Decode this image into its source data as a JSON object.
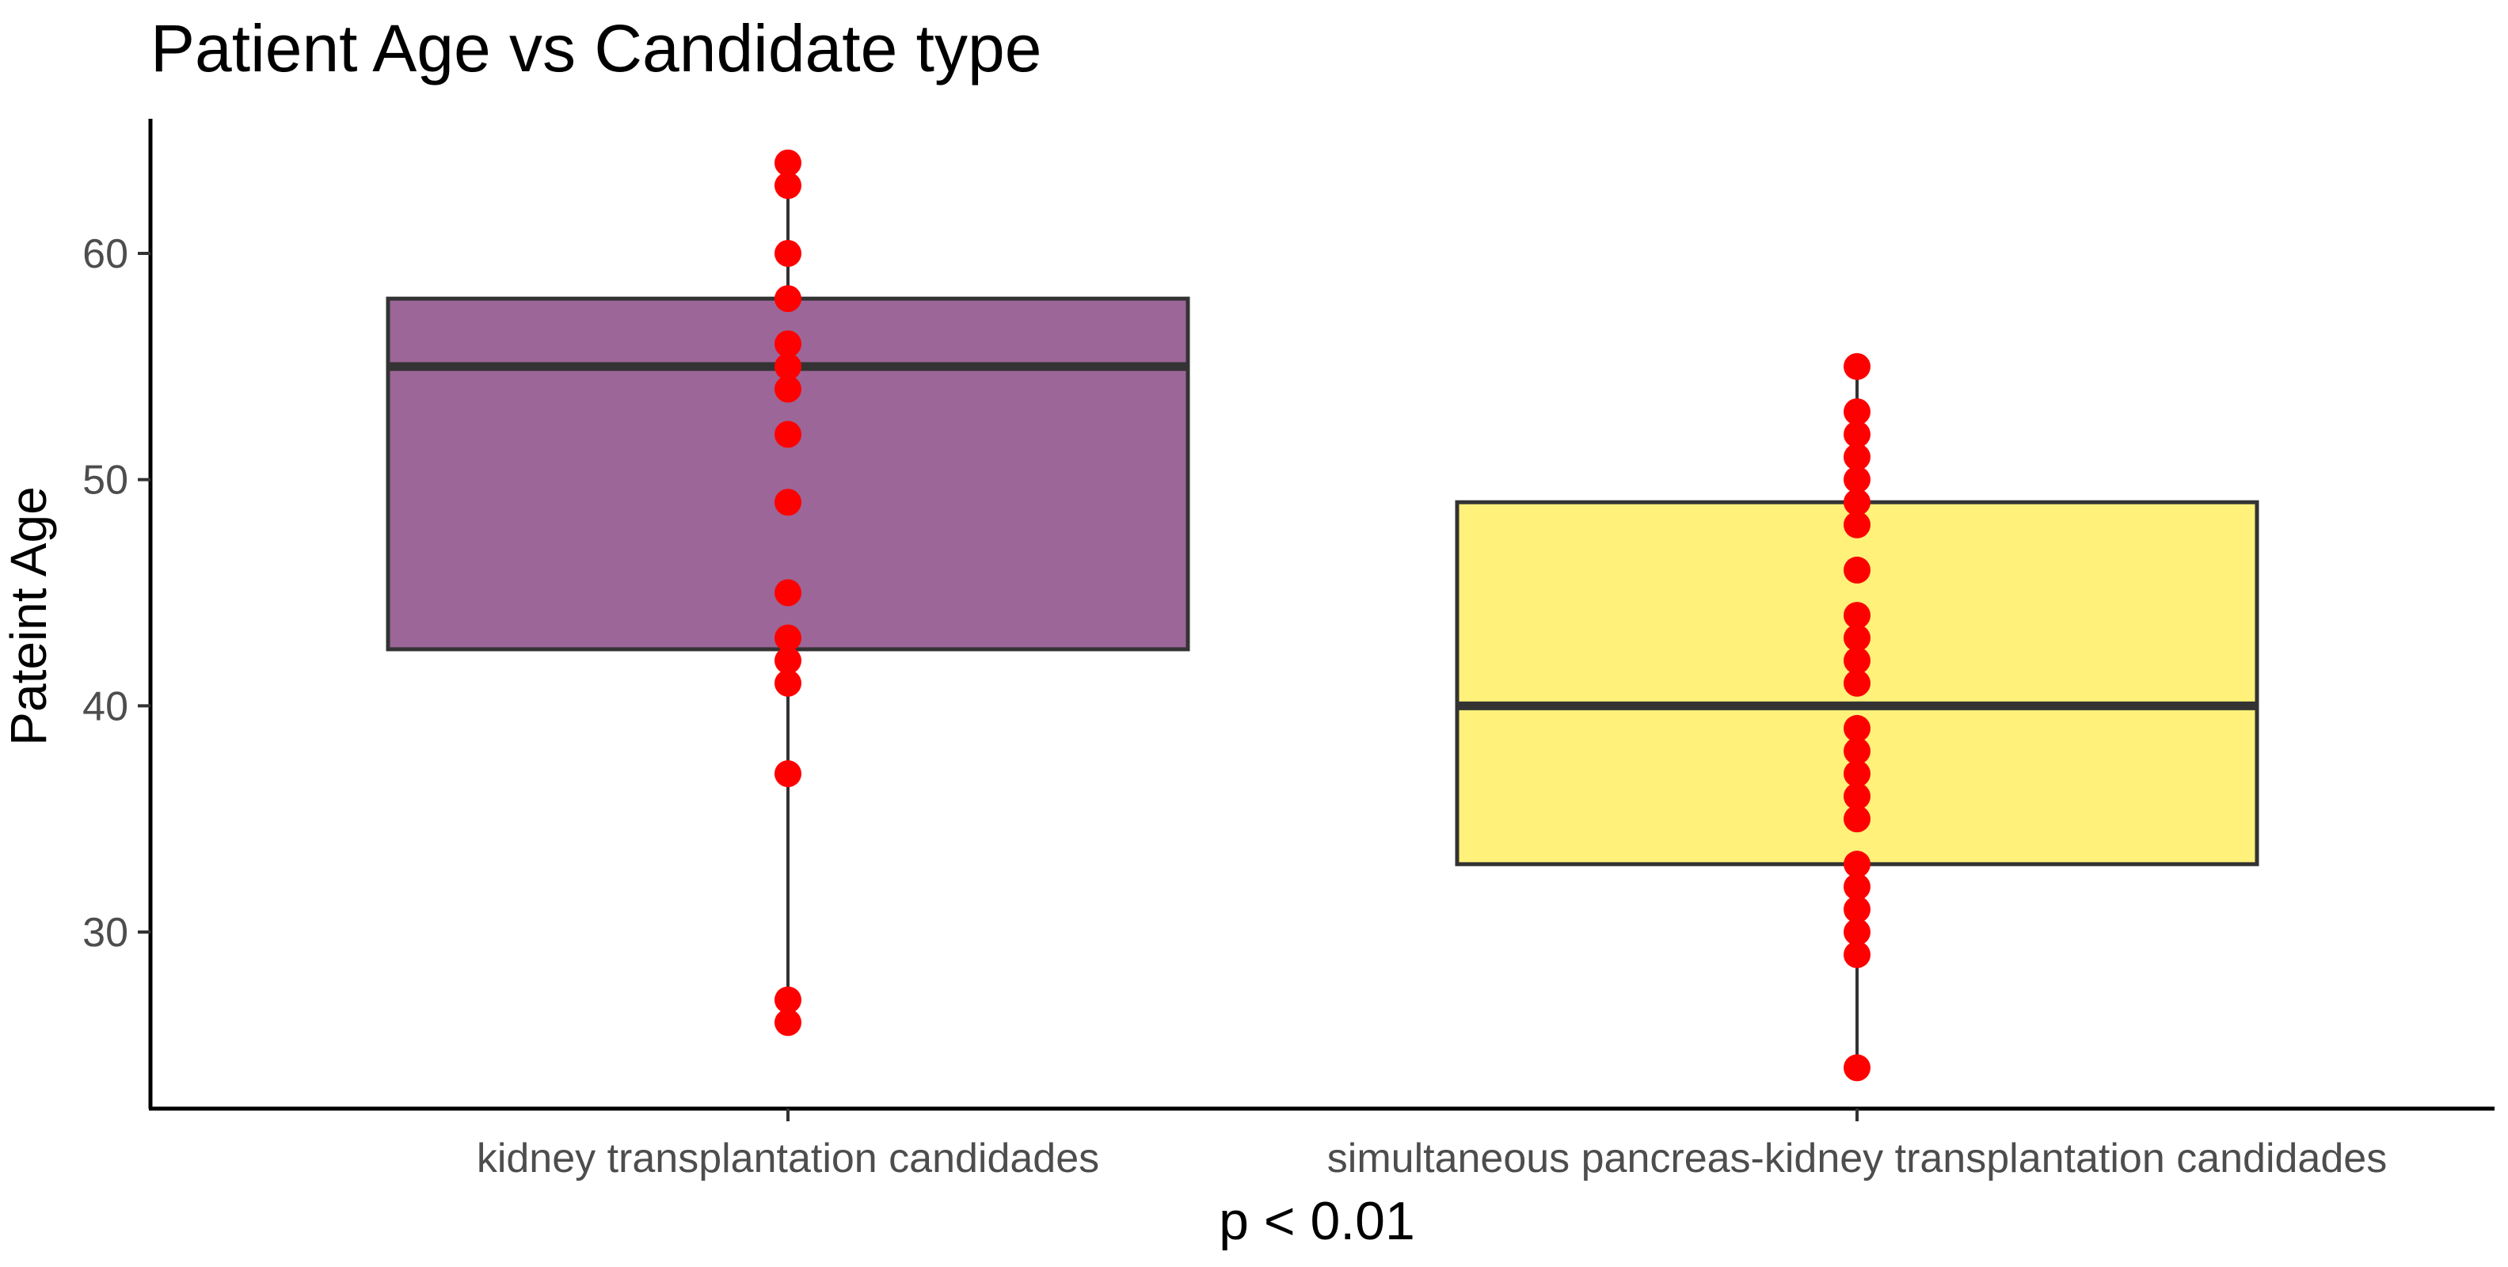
{
  "chart_data": {
    "type": "boxplot",
    "title": "Patient Age vs Candidate type",
    "xlabel": "p < 0.01",
    "ylabel": "Pateint Age",
    "ylim": [
      22,
      66
    ],
    "y_ticks": [
      30,
      40,
      50,
      60
    ],
    "grid": false,
    "legend": "none",
    "categories": [
      "kidney transplantation candidades",
      "simultaneous pancreas-kidney transplantation candidades"
    ],
    "series": [
      {
        "category": "kidney transplantation candidades",
        "color": "#9c6698",
        "min": 26,
        "q1": 42.5,
        "median": 55,
        "q3": 58,
        "max": 64,
        "points": [
          64,
          63,
          60,
          58,
          56,
          55,
          54,
          52,
          49,
          45,
          43,
          42,
          41,
          37,
          27,
          26
        ]
      },
      {
        "category": "simultaneous pancreas-kidney transplantation candidades",
        "color": "#fff17a",
        "min": 24,
        "q1": 33,
        "median": 40,
        "q3": 49,
        "max": 55,
        "points": [
          55,
          53,
          52,
          51,
          50,
          49,
          48,
          46,
          44,
          43,
          42,
          41,
          39,
          38,
          37,
          36,
          35,
          33,
          32,
          31,
          30,
          29,
          24
        ]
      }
    ],
    "point_color": "#ff0000",
    "outline_color": "#333333"
  }
}
